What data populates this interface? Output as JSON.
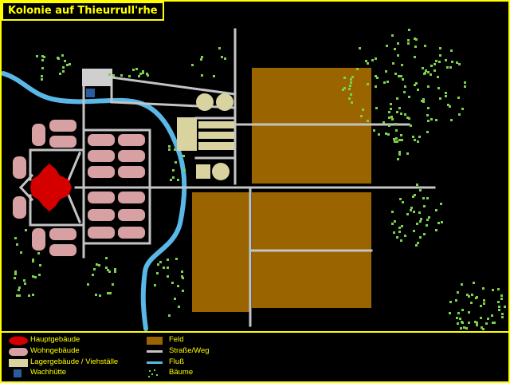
{
  "title": "Kolonie auf Thieurrull'rhe",
  "colors": {
    "frame": "#ffff00",
    "main_building": "#d40000",
    "residential": "#d7a0a2",
    "storage": "#d9d3a0",
    "guard_hut": "#2a5c9e",
    "field": "#9a6400",
    "road": "#c4c4c4",
    "river": "#5ab8e8",
    "trees": "#7cd14e"
  },
  "legend": {
    "hauptgebaeude": "Hauptgebäude",
    "wohngebaeude": "Wohngebäude",
    "lagergebaeude": "Lagergebäude / Viehställe",
    "wachhuette": "Wachhütte",
    "feld": "Feld",
    "strasse": "Straße/Weg",
    "fluss": "Fluß",
    "baeume": "Bäume"
  },
  "icons": {
    "hauptgebaeude": "red-ellipse-icon",
    "wohngebaeude": "pink-rounded-rect-icon",
    "lagergebaeude": "beige-rect-icon",
    "wachhuette": "blue-square-icon",
    "feld": "brown-rect-icon",
    "strasse": "grey-line-icon",
    "fluss": "blue-line-icon",
    "baeume": "green-dots-icon"
  }
}
